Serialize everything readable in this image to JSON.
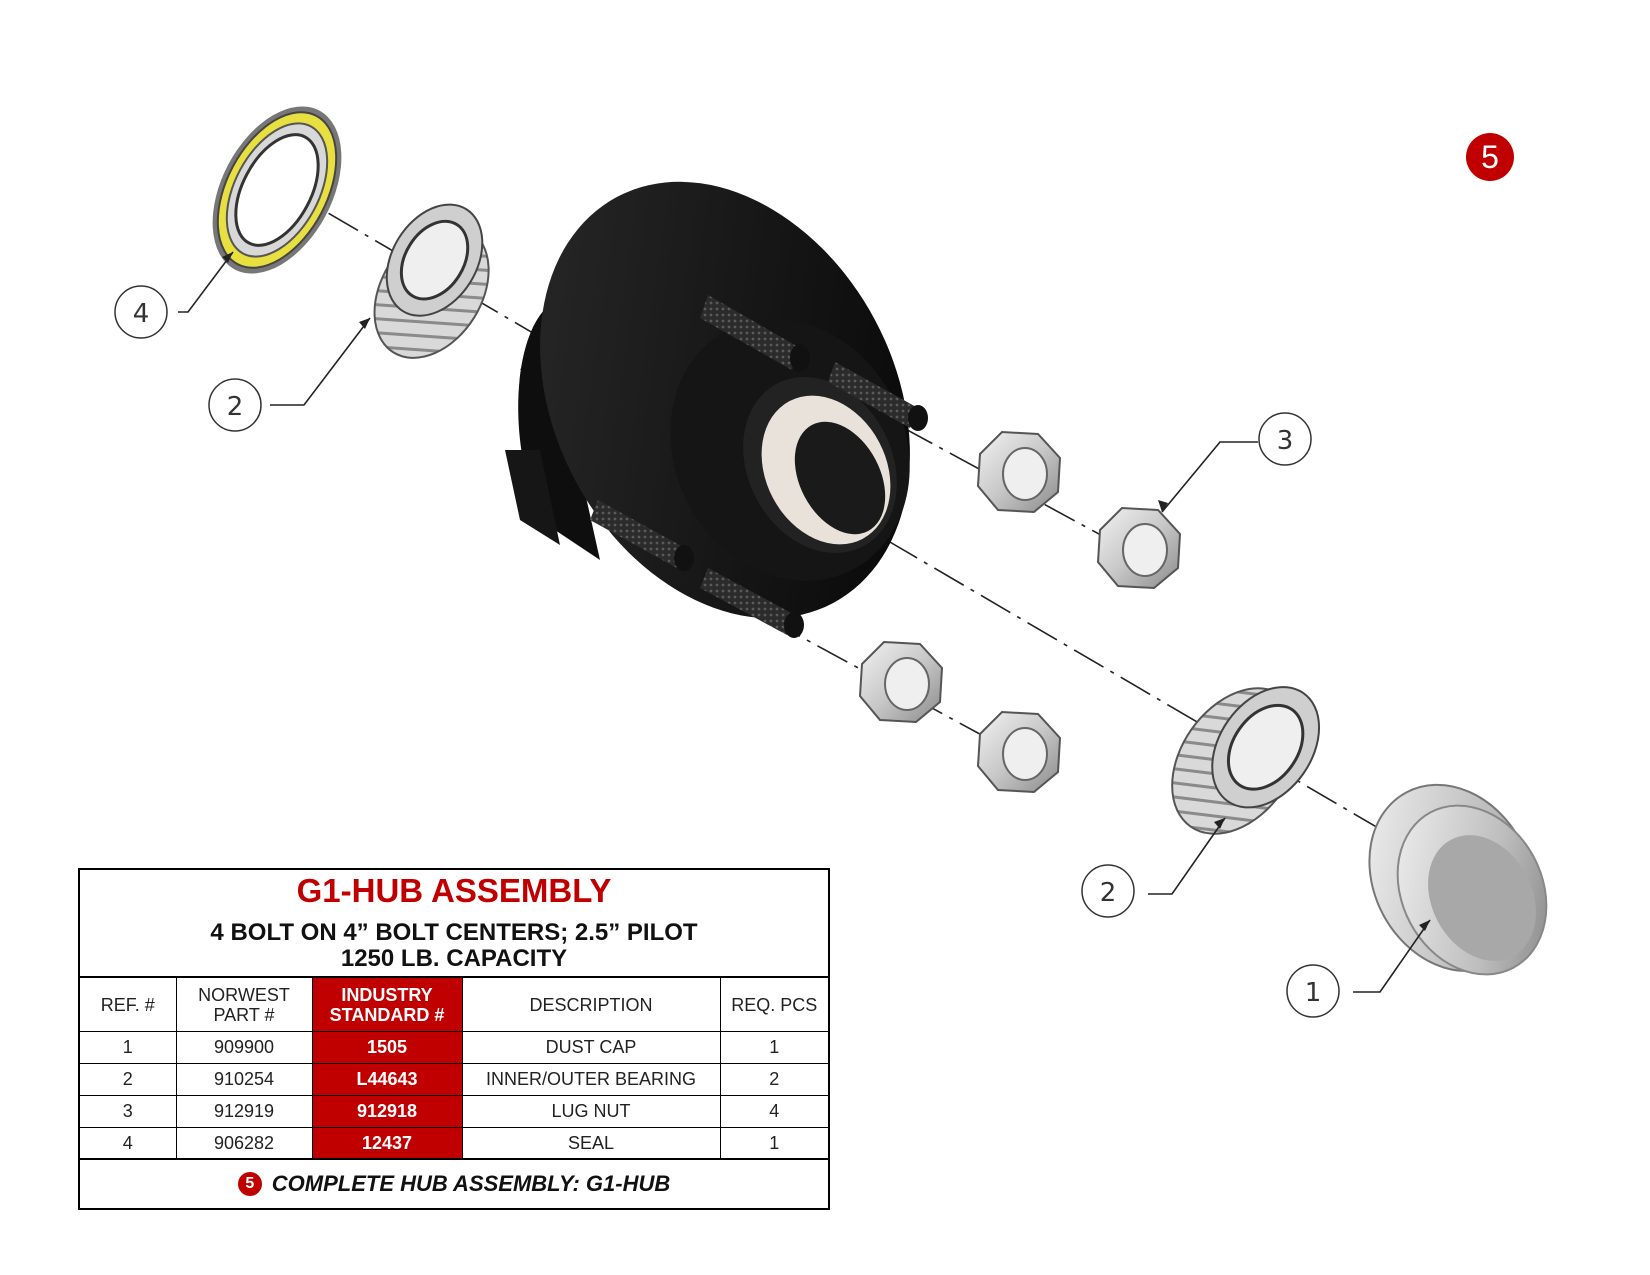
{
  "assembly_badge": "5",
  "callouts": [
    {
      "label": "4",
      "part": "seal"
    },
    {
      "label": "2",
      "part": "inner-bearing"
    },
    {
      "label": "3",
      "part": "lug-nut"
    },
    {
      "label": "2",
      "part": "outer-bearing"
    },
    {
      "label": "1",
      "part": "dust-cap"
    }
  ],
  "table": {
    "title": "G1-HUB ASSEMBLY",
    "subtitle_1": "4 BOLT ON 4” BOLT CENTERS; 2.5” PILOT",
    "subtitle_2": "1250 LB. CAPACITY",
    "headers": {
      "ref": "REF. #",
      "norwest_1": "NORWEST",
      "norwest_2": "PART #",
      "industry_1": "INDUSTRY",
      "industry_2": "STANDARD #",
      "description": "DESCRIPTION",
      "req": "REQ. PCS"
    },
    "rows": [
      {
        "ref": "1",
        "norwest": "909900",
        "industry": "1505",
        "description": "DUST CAP",
        "req": "1"
      },
      {
        "ref": "2",
        "norwest": "910254",
        "industry": "L44643",
        "description": "INNER/OUTER BEARING",
        "req": "2"
      },
      {
        "ref": "3",
        "norwest": "912919",
        "industry": "912918",
        "description": "LUG NUT",
        "req": "4"
      },
      {
        "ref": "4",
        "norwest": "906282",
        "industry": "12437",
        "description": "SEAL",
        "req": "1"
      }
    ],
    "footer_badge": "5",
    "footer_text": "COMPLETE HUB ASSEMBLY:  G1-HUB"
  },
  "colors": {
    "accent": "#c00000",
    "seal": "#e8e040",
    "hub": "#111111",
    "metal": "#cfcfcf"
  }
}
